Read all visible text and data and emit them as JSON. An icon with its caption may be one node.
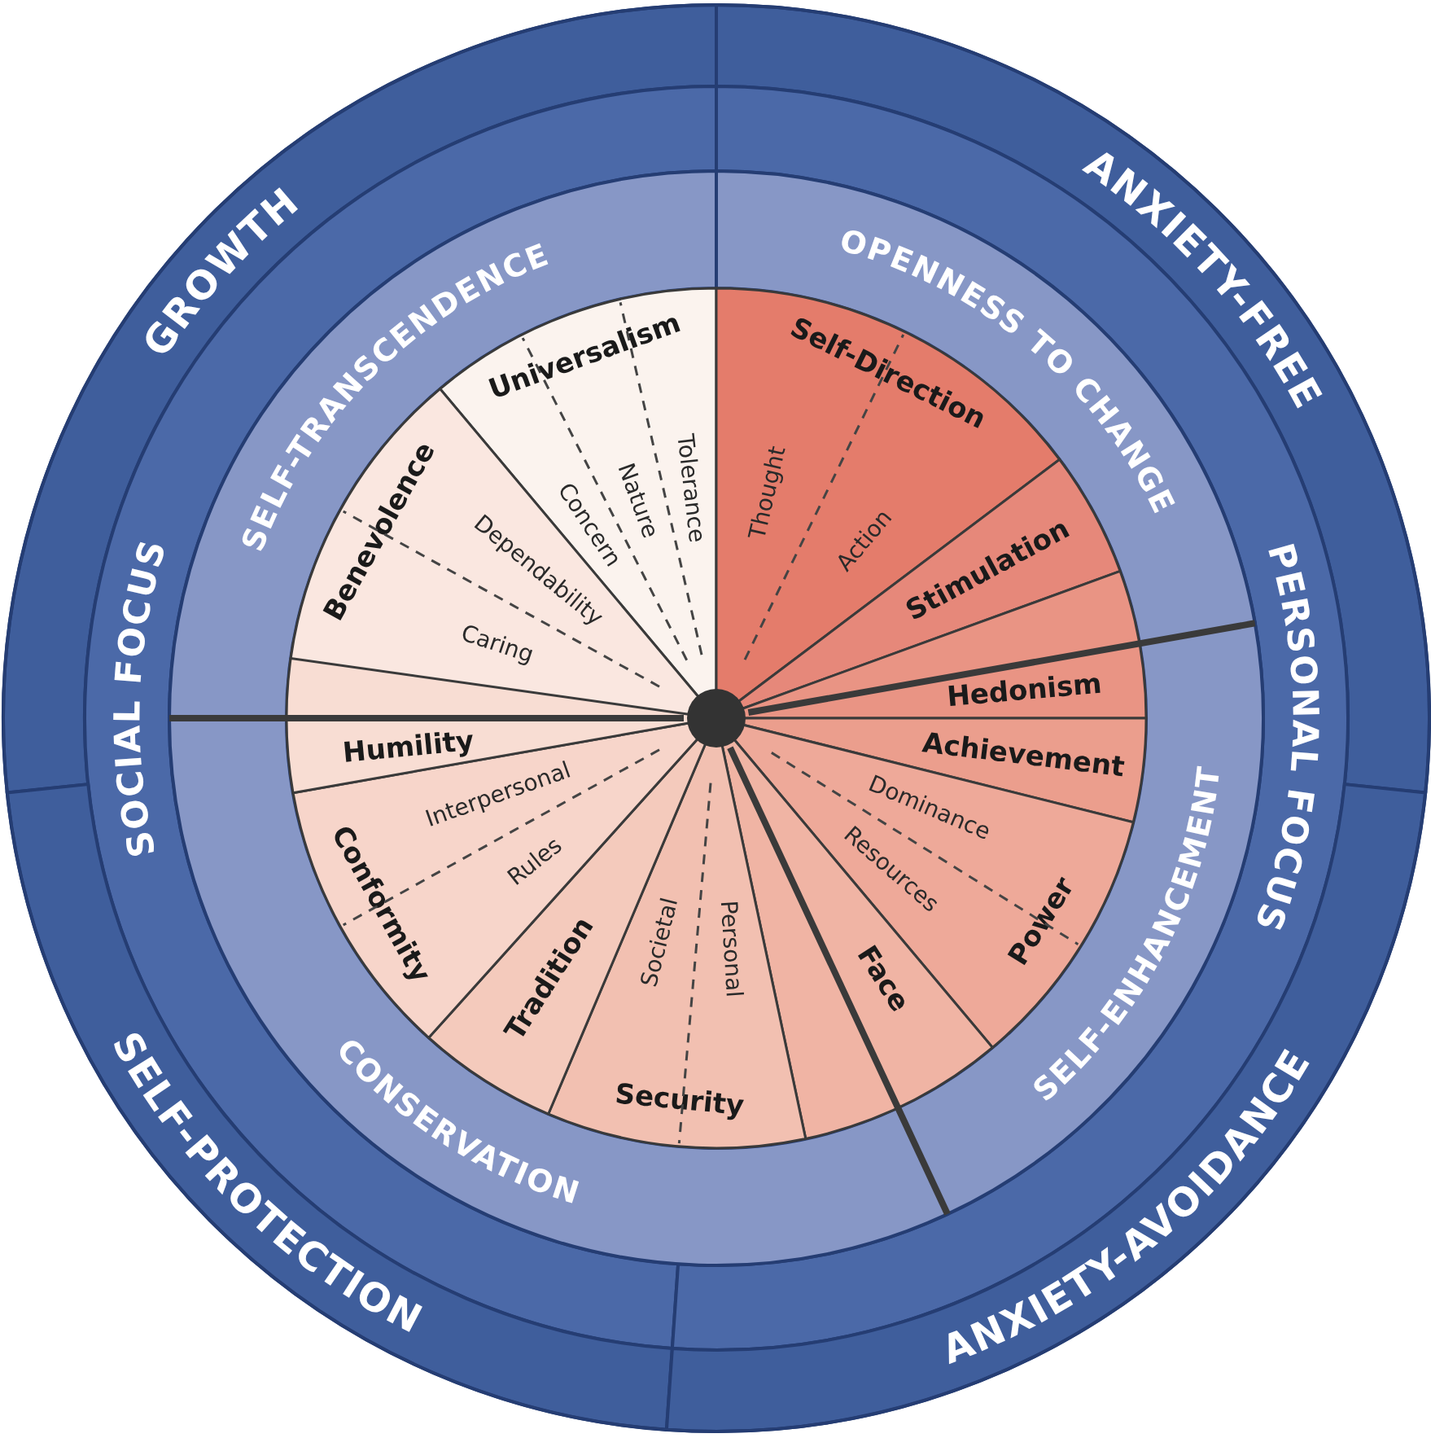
{
  "diagram": {
    "nodes": [
      {
        "text": [
          "GROWTH"
        ]
      },
      {
        "text": [
          "ANXIETY-FREE"
        ]
      },
      {
        "text": [
          "SOCIAL FOCUS"
        ]
      },
      {
        "text": [
          "PERSONAL FOCUS"
        ]
      },
      {
        "text": [
          "SELF-PROTECTION"
        ]
      },
      {
        "text": [
          "ANXIETY-AVOIDANCE"
        ]
      },
      {
        "text": [
          "SELF-TRANSCENDENCE"
        ]
      },
      {
        "text": [
          "OPENNESS TO CHANGE"
        ]
      },
      {
        "text": [
          "SELF-ENHANCEMENT"
        ]
      },
      {
        "text": [
          "CONSERVATION"
        ]
      },
      {
        "text": [
          "Universalism",
          "Concern",
          "Nature",
          "Tolerance"
        ]
      },
      {
        "text": [
          "Self-Direction",
          "Thought",
          "Action"
        ]
      },
      {
        "text": [
          "Stimulation"
        ]
      },
      {
        "text": [
          "Hedonism"
        ]
      },
      {
        "text": [
          "Achievement"
        ]
      },
      {
        "text": [
          "Power",
          "Dominance",
          "Resources"
        ]
      },
      {
        "text": [
          "Face"
        ]
      },
      {
        "text": [
          "Security",
          "Societal",
          "Personal"
        ]
      },
      {
        "text": [
          "Tradition"
        ]
      },
      {
        "text": [
          "Conformity",
          "Interpersonal",
          "Rules"
        ]
      },
      {
        "text": [
          "Humility"
        ]
      },
      {
        "text": [
          "Benevolence",
          "Dependability",
          "Caring"
        ]
      }
    ]
  }
}
